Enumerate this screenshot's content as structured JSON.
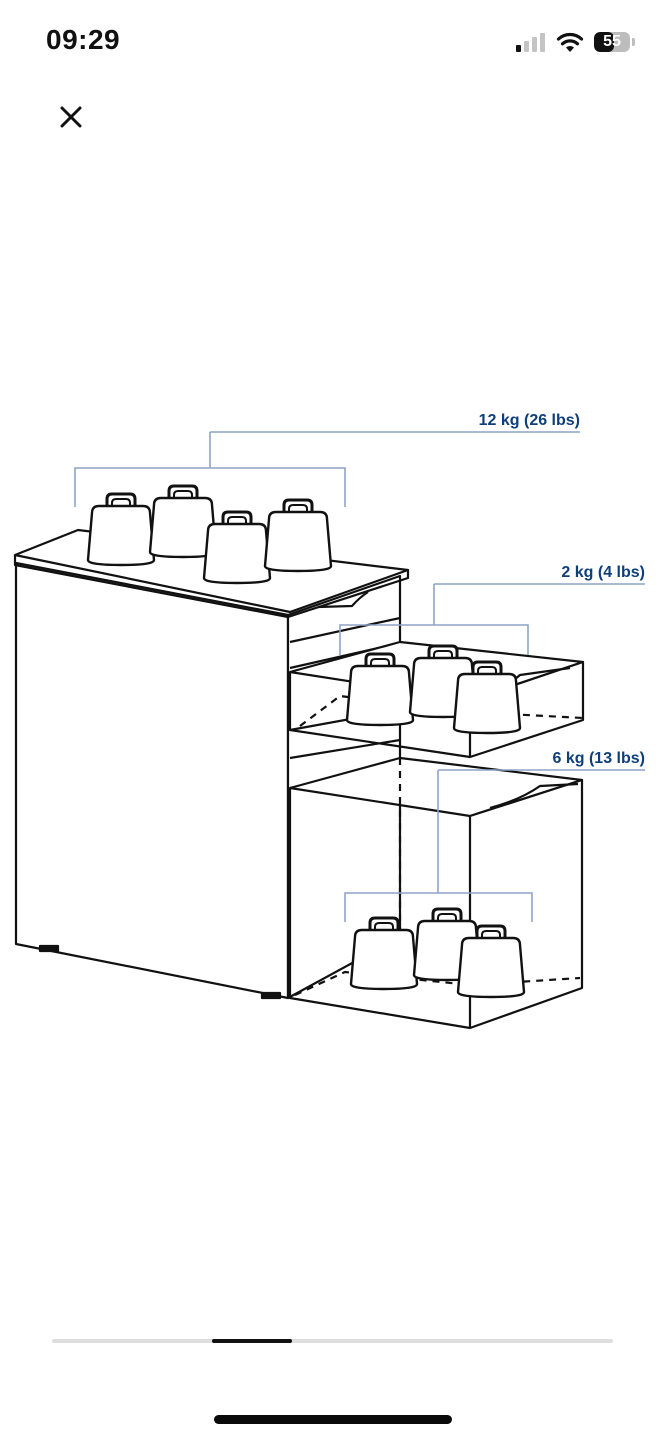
{
  "status_bar": {
    "time": "09:29",
    "battery_level": "55",
    "signal_bars_active": 1,
    "signal_bars_total": 4,
    "icons": [
      "cellular-signal-icon",
      "wifi-icon",
      "battery-icon"
    ]
  },
  "header": {
    "close_icon": "close-icon"
  },
  "product_image": {
    "labels": {
      "top": "12 kg (26 lbs)",
      "middle_drawer": "2 kg (4 lbs)",
      "bottom_drawer": "6 kg (13 lbs)"
    },
    "label_color": "#0f3f7a",
    "line_color": "#8ea4c7"
  },
  "carousel": {
    "total_images": 7,
    "current_index": 3
  },
  "colors": {
    "background": "#ffffff",
    "ink": "#111111"
  }
}
